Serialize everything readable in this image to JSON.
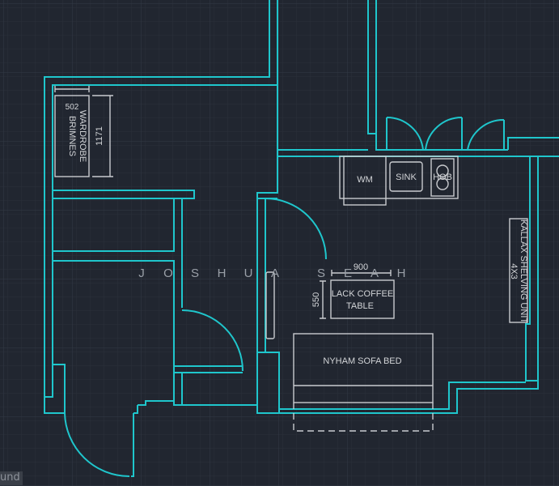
{
  "drawing": {
    "colors": {
      "background": "#212630",
      "walls": "#1fc6cc",
      "furniture": "#c9cbcf"
    },
    "watermark": "JOSHUA SEAH",
    "wardrobe": {
      "label_line1": "BRIMNES",
      "label_line2": "WARDROBE",
      "width_dim": "502",
      "length_dim": "1171"
    },
    "kitchen": {
      "washing_machine": "WM",
      "sink": "SINK",
      "hob": "HOB"
    },
    "shelving": {
      "label_line1": "KALLAX SHELVING UNIT",
      "label_line2": "4X3"
    },
    "coffee_table": {
      "label_line1": "LACK COFFEE",
      "label_line2": "TABLE",
      "width_dim": "900",
      "depth_dim": "550"
    },
    "sofa": {
      "label": "NYHAM  SOFA BED"
    }
  },
  "status_bar": {
    "text": "und"
  }
}
